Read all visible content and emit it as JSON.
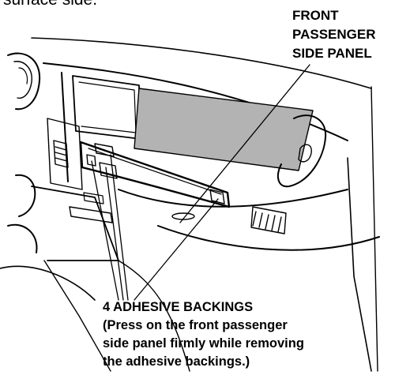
{
  "intro_fragment": "surface side.",
  "labels": {
    "front_panel_lines": [
      "FRONT",
      "PASSENGER",
      "SIDE PANEL"
    ],
    "adhesive_title": "4 ADHESIVE BACKINGS",
    "adhesive_note_lines": [
      "(Press on the front passenger",
      "side panel firmly while removing",
      "the adhesive backings.)"
    ]
  }
}
